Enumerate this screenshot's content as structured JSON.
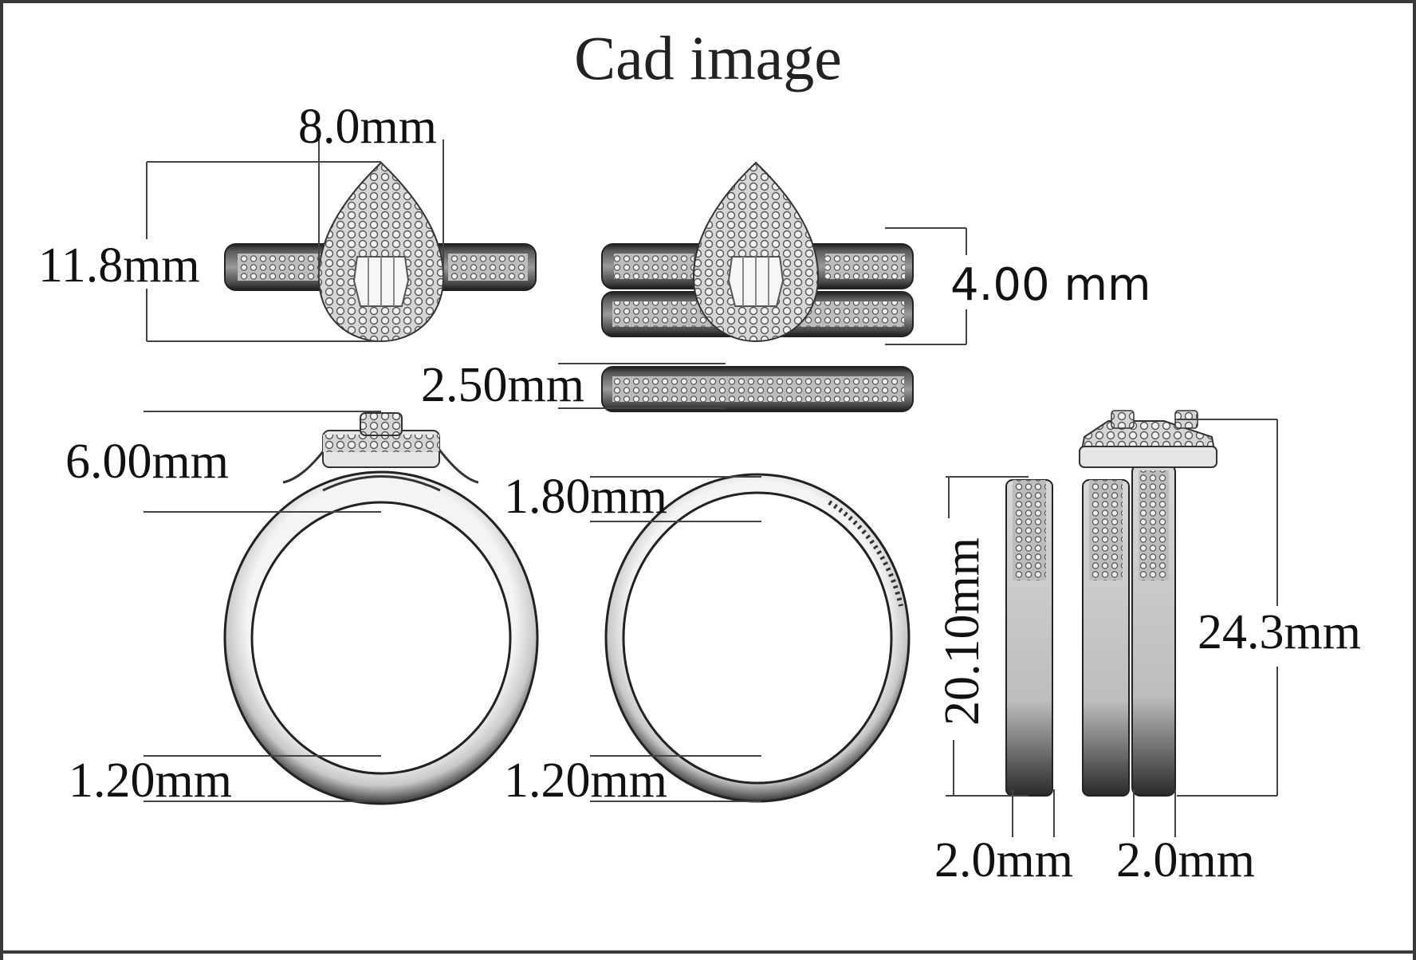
{
  "title": "Cad image",
  "labels": {
    "width_top": "8.0mm",
    "height_top": "11.8mm",
    "band_set_height": "4.00 mm",
    "band_width": "2.50mm",
    "setting_height": "6.00mm",
    "shank_top": "1.80mm",
    "shank_bottom_left": "1.20mm",
    "shank_bottom_right": "1.20mm",
    "side_height": "20.10mm",
    "total_height": "24.3mm",
    "side_width_left": "2.0mm",
    "side_width_right": "2.0mm"
  },
  "colors": {
    "metal_light": "#d9d9d9",
    "metal_dark": "#2b2b2b",
    "line": "#444444"
  }
}
